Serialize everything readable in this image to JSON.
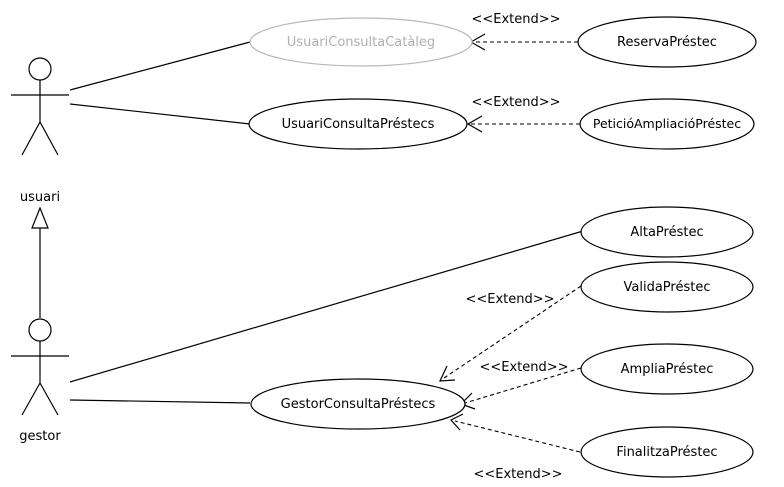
{
  "actors": {
    "usuari": "usuari",
    "gestor": "gestor"
  },
  "use_cases": {
    "usuari_consulta_cataleg": "UsuariConsultaCatàleg",
    "usuari_consulta_prestecs": "UsuariConsultaPréstecs",
    "reserva_prestec": "ReservaPréstec",
    "peticio_ampliacio_prestec": "PeticióAmpliacióPréstec",
    "alta_prestec": "AltaPréstec",
    "valida_prestec": "ValidaPréstec",
    "amplia_prestec": "AmpliaPréstec",
    "finalitza_prestec": "FinalitzaPréstec",
    "gestor_consulta_prestecs": "GestorConsultaPréstecs"
  },
  "stereotypes": {
    "extend_reserva": "<<Extend>>",
    "extend_peticio": "<<Extend>>",
    "extend_valida": "<<Extend>>",
    "extend_amplia": "<<Extend>>",
    "extend_finalitza": "<<Extend>>"
  },
  "colors": {
    "stroke": "#000000",
    "faded_stroke": "#b8b8b8",
    "faded_text": "#b0b0b0",
    "background": "#ffffff"
  }
}
